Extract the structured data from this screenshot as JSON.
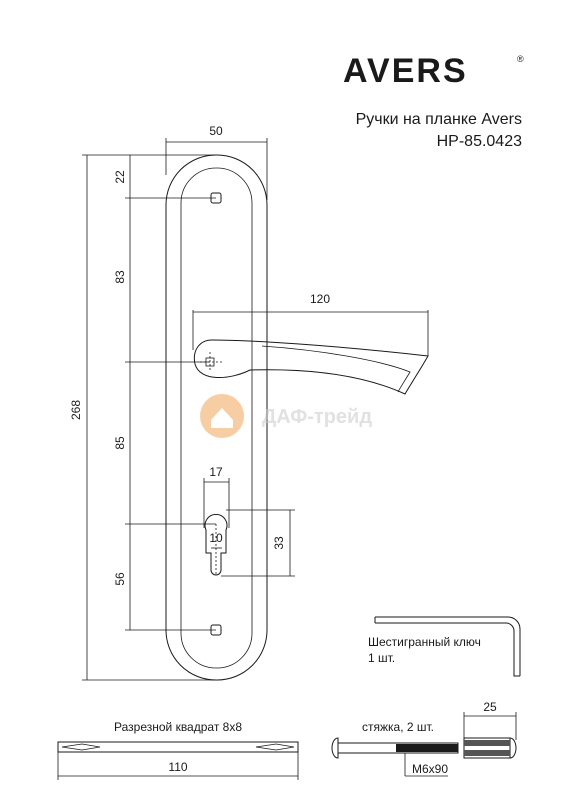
{
  "brand": {
    "logo_text": "AVERS",
    "registered": "®"
  },
  "title": {
    "line1": "Ручки на планке Avers",
    "line2": "HP-85.0423"
  },
  "watermark": {
    "text": "ДАФ-трейд",
    "color": "#f2a65a"
  },
  "dimensions": {
    "plate_width": "50",
    "top_offset": "22",
    "upper_span": "83",
    "total_height": "268",
    "middle_span": "85",
    "lower_span": "56",
    "handle_length": "120",
    "cylinder_width": "17",
    "cylinder_neck": "10",
    "cylinder_height": "33"
  },
  "accessories": {
    "hex_key_label": "Шестигранный ключ",
    "hex_key_qty": "1 шт.",
    "square_label": "Разрезной квадрат 8х8",
    "square_length": "110",
    "screw_label": "стяжка, 2 шт.",
    "screw_length": "25",
    "screw_thread": "M6x90"
  }
}
